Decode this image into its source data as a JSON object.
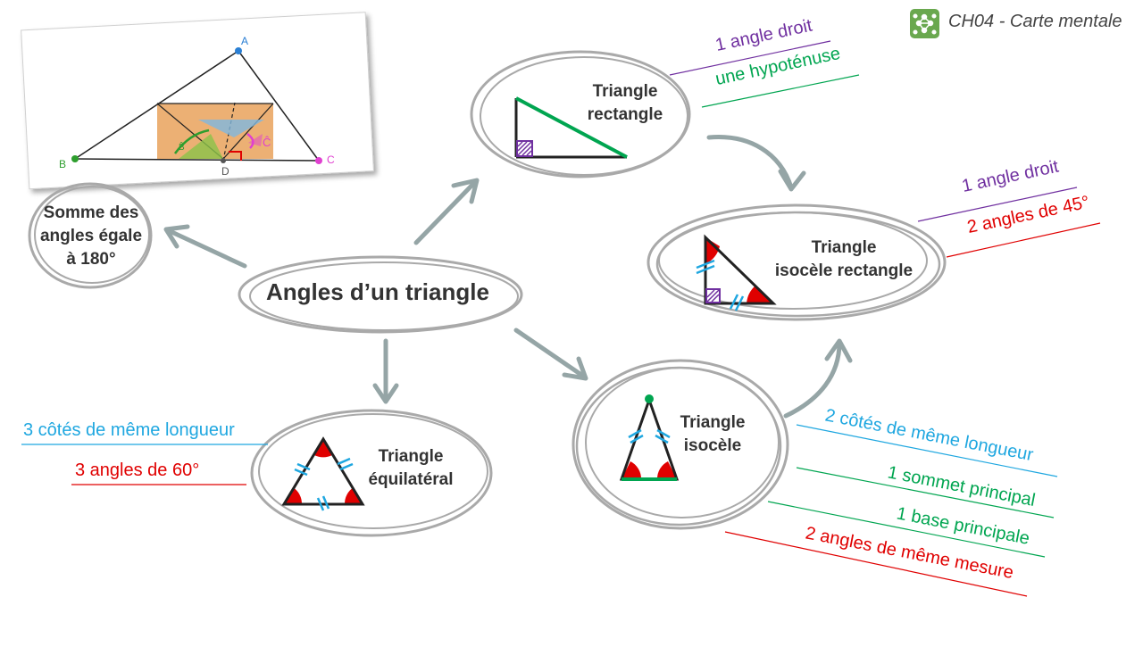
{
  "header": {
    "title": "CH04 - Carte mentale",
    "logo_icon": "molecule-network-icon",
    "logo_color": "#6aa84f"
  },
  "center": {
    "label": "Angles d’un triangle"
  },
  "nodes": {
    "somme": {
      "line1": "Somme des",
      "line2": "angles égale",
      "line3": "à 180°"
    },
    "rectangle": {
      "line1": "Triangle",
      "line2": "rectangle"
    },
    "isocele_rectangle": {
      "line1": "Triangle",
      "line2": "isocèle rectangle"
    },
    "isocele": {
      "line1": "Triangle",
      "line2": "isocèle"
    },
    "equilateral": {
      "line1": "Triangle",
      "line2": "équilatéral"
    }
  },
  "annotations": {
    "rectangle": [
      {
        "text": "1 angle droit",
        "color": "#7030a0"
      },
      {
        "text": "une hypoténuse",
        "color": "#00a550"
      }
    ],
    "isocele_rectangle": [
      {
        "text": "1 angle droit",
        "color": "#7030a0"
      },
      {
        "text": "2 angles de 45°",
        "color": "#e00000"
      }
    ],
    "isocele": [
      {
        "text": "2 côtés de même longueur",
        "color": "#1fa7e0"
      },
      {
        "text": "1 sommet principal",
        "color": "#00a550"
      },
      {
        "text": "1 base principale",
        "color": "#00a550"
      },
      {
        "text": "2 angles de même mesure",
        "color": "#e00000"
      }
    ],
    "equilateral": [
      {
        "text": "3 côtés de même longueur",
        "color": "#1fa7e0"
      },
      {
        "text": "3 angles de 60°",
        "color": "#e00000"
      }
    ]
  },
  "figure": {
    "point_a": "A",
    "point_b": "B",
    "point_c": "C",
    "point_d": "D",
    "angle_b": "B̂",
    "angle_c": "Ĉ",
    "fill_color": "#e9a25c",
    "angle_b_color": "#8bc34a",
    "angle_a_color": "#7fb8e0",
    "angle_c_color": "#e040d0"
  },
  "colors": {
    "accent_purple": "#7030a0",
    "accent_green": "#00a550",
    "accent_red": "#e00000",
    "accent_blue": "#1fa7e0",
    "sketch_gray": "#a9a9a9",
    "arrow_gray": "#95a5a6"
  }
}
